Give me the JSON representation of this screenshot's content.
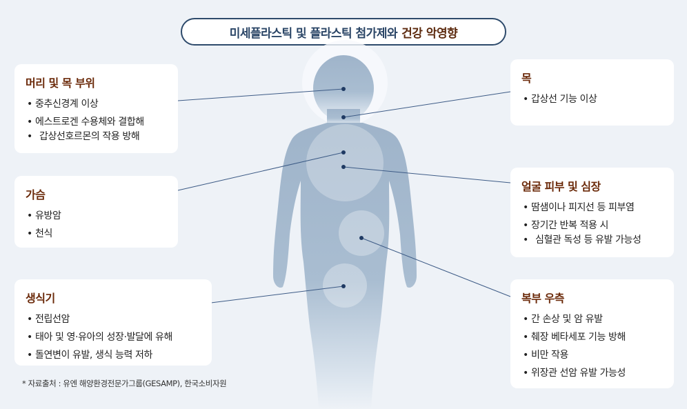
{
  "title": {
    "main": "미세플라스틱 및 플라스틱 첨가제와",
    "emphasis": "건강 악영향"
  },
  "cards": {
    "head": {
      "heading": "머리 및 목 부위",
      "items": [
        "중추신경계 이상",
        "에스트로겐 수용체와 결합해",
        "갑상선호르몬의 작용 방해"
      ]
    },
    "chest": {
      "heading": "가슴",
      "items": [
        "유방암",
        "천식"
      ]
    },
    "repro": {
      "heading": "생식기",
      "items": [
        "전립선암",
        "태아 및 영·유아의 성장·발달에 유해",
        "돌연변이 유발, 생식 능력 저하"
      ]
    },
    "neck": {
      "heading": "목",
      "items": [
        "갑상선 기능 이상"
      ]
    },
    "skin": {
      "heading": "얼굴 피부 및 심장",
      "items": [
        "땀샘이나 피지선 등 피부염",
        "장기간 반복 적용 시",
        "심혈관 독성 등 유발 가능성"
      ]
    },
    "abdomen": {
      "heading": "복부 우측",
      "items": [
        "간 손상 및 암 유발",
        "췌장 베타세포 기능 방해",
        "비만 작용",
        "위장관 선암 유발 가능성"
      ]
    }
  },
  "source": "* 자료출처 : 유엔 해양환경전문가그룹(GESAMP), 한국소비자원",
  "colors": {
    "accent": "#2d4a6b",
    "heading": "#6b2a0a",
    "body": "#9eb3c9",
    "line": "#3c5a85"
  }
}
